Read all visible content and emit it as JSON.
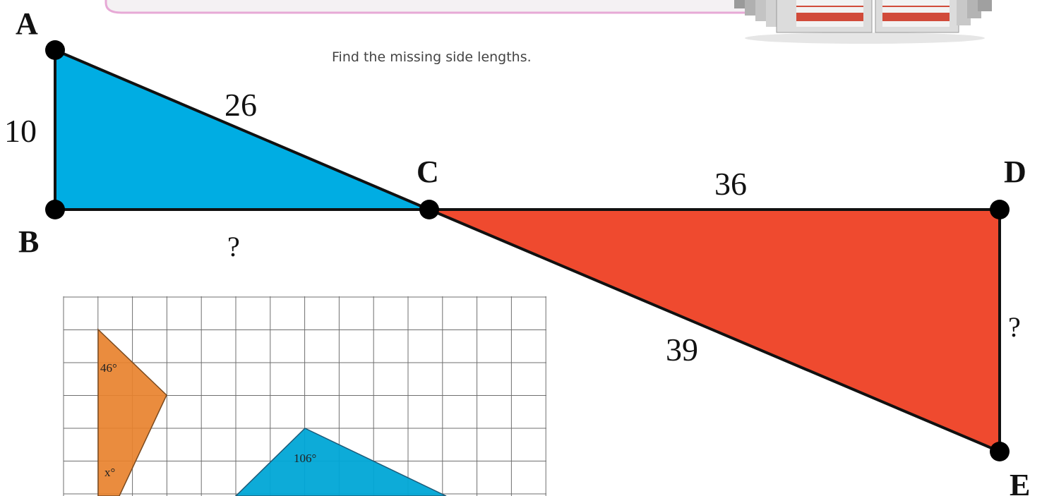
{
  "instruction": "Find the missing side lengths.",
  "vertices": {
    "A": "A",
    "B": "B",
    "C": "C",
    "D": "D",
    "E": "E"
  },
  "sides": {
    "AB": "10",
    "AC": "26",
    "BC": "?",
    "CD": "36",
    "CE": "39",
    "DE": "?"
  },
  "grid_figure": {
    "angle_top": "46°",
    "angle_bottom": "x°",
    "angle_blue": "106°"
  },
  "colors": {
    "left_triangle": "#00ade3",
    "right_triangle": "#ef4a2f",
    "orange_shape": "#e8822e",
    "blue_shape": "#00a6d6",
    "banner_border": "#e7a9d6"
  }
}
